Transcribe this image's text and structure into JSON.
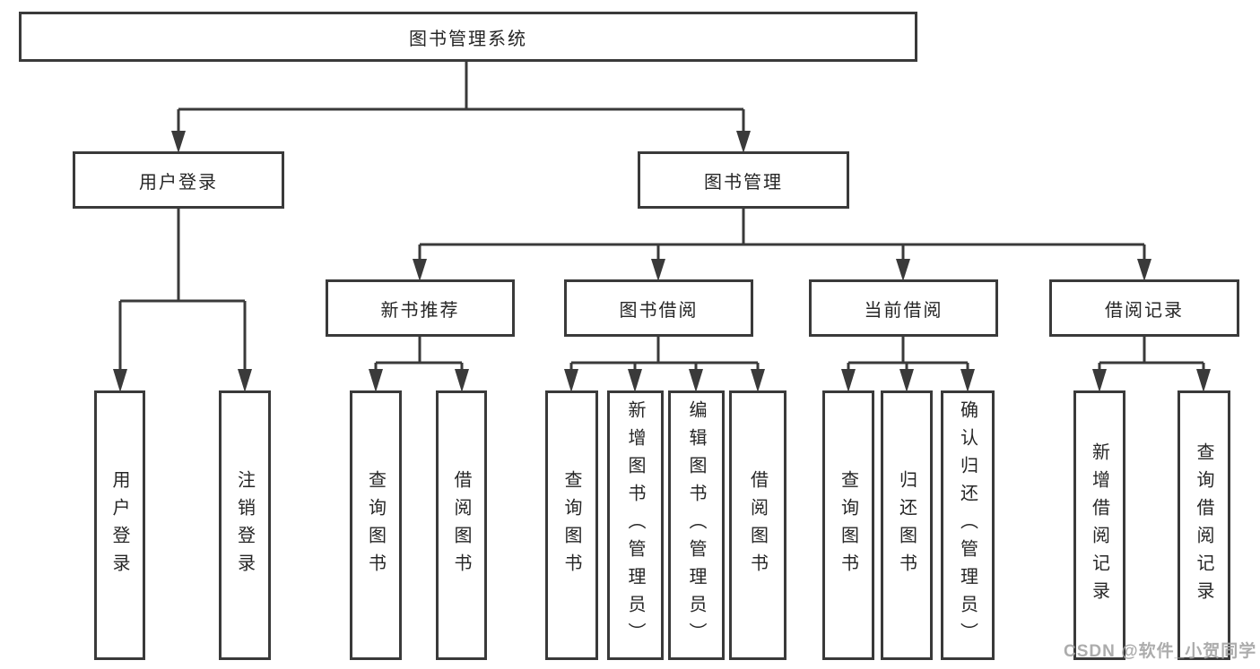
{
  "diagram_title": "图书管理系统",
  "colors": {
    "line": "#3a3a3a",
    "box_border": "#3a3a3a",
    "text": "#262626",
    "background": "#ffffff",
    "watermark": "#a6a6a6"
  },
  "watermark": {
    "text": "CSDN @软件_小贺同学"
  },
  "tree": {
    "root": {
      "label": "图书管理系统"
    },
    "level2": [
      {
        "label": "用户登录",
        "children": [
          {
            "label": "用户登录"
          },
          {
            "label": "注销登录"
          }
        ]
      },
      {
        "label": "图书管理",
        "children": [
          {
            "label": "新书推荐",
            "children": [
              {
                "label": "查询图书"
              },
              {
                "label": "借阅图书"
              }
            ]
          },
          {
            "label": "图书借阅",
            "children": [
              {
                "label": "查询图书"
              },
              {
                "label": "新增图书（管理员）"
              },
              {
                "label": "编辑图书（管理员）"
              },
              {
                "label": "借阅图书"
              }
            ]
          },
          {
            "label": "当前借阅",
            "children": [
              {
                "label": "查询图书"
              },
              {
                "label": "归还图书"
              },
              {
                "label": "确认归还（管理员）"
              }
            ]
          },
          {
            "label": "借阅记录",
            "children": [
              {
                "label": "新增借阅记录"
              },
              {
                "label": "查询借阅记录"
              }
            ]
          }
        ]
      }
    ]
  }
}
